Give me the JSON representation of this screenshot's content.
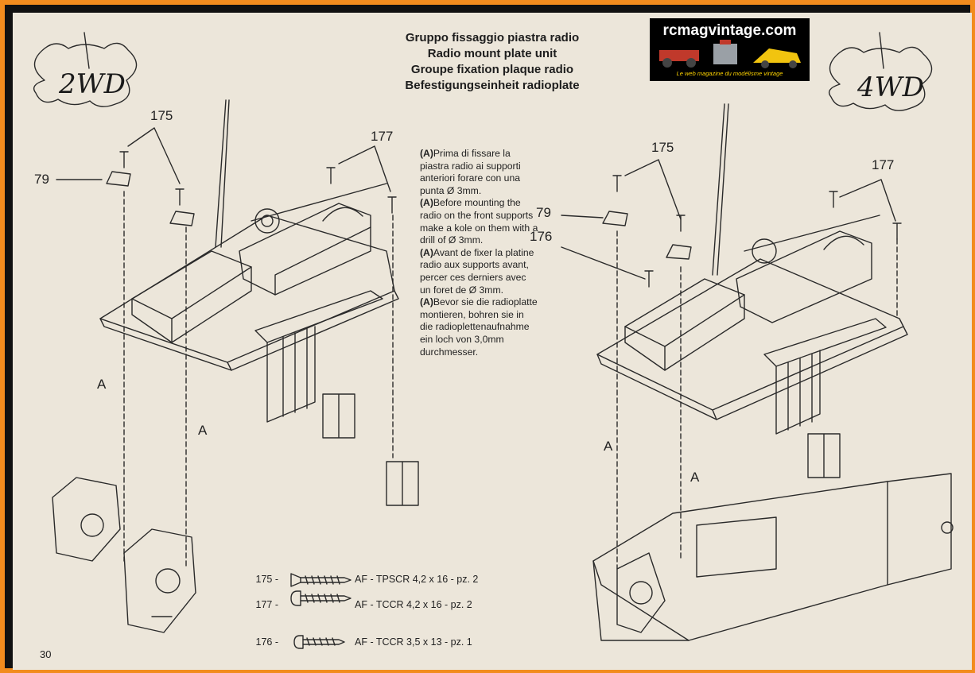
{
  "header": {
    "title_it": "Gruppo fissaggio piastra radio",
    "title_en": "Radio mount plate unit",
    "title_fr": "Groupe fixation plaque radio",
    "title_de": "Befestigungseinheit radioplate"
  },
  "brand": {
    "name": "rcmagvintage.com",
    "tagline": "Le web magazine du modélisme vintage",
    "colors": {
      "box": "#000000",
      "name": "#ffffff",
      "tagline": "#ffd400"
    }
  },
  "badges": {
    "left": "2WD",
    "right": "4WD"
  },
  "instructions": {
    "label": "(A)",
    "it": "Prima di fissare la piastra radio ai supporti anteriori forare con una punta Ø 3mm.",
    "en": "Before mounting the radio on the front supports make a kole on them with a drill of Ø 3mm.",
    "fr": "Avant de fixer la platine radio aux supports avant, percer ces derniers avec un foret de Ø 3mm.",
    "de": "Bevor sie die radioplatte montieren, bohren sie in die radioplettenaufnahme ein loch von 3,0mm durchmesser."
  },
  "callouts_left": {
    "p175": "175",
    "p177": "177",
    "p79": "79",
    "a1": "A",
    "a2": "A"
  },
  "callouts_right": {
    "p175": "175",
    "p177": "177",
    "p79": "79",
    "p176": "176",
    "a1": "A",
    "a2": "A"
  },
  "screws": [
    {
      "id": "175 -",
      "desc": "AF - TPSCR 4,2 x 16 - pz. 2",
      "icon": "countersunk-screw-icon"
    },
    {
      "id": "177 -",
      "desc": "AF - TCCR 4,2 x 16 - pz. 2",
      "icon": "pan-head-screw-icon"
    },
    {
      "id": "176 -",
      "desc": "AF - TCCR 3,5 x 13 - pz. 1",
      "icon": "small-pan-head-screw-icon"
    }
  ],
  "page_number": "30"
}
